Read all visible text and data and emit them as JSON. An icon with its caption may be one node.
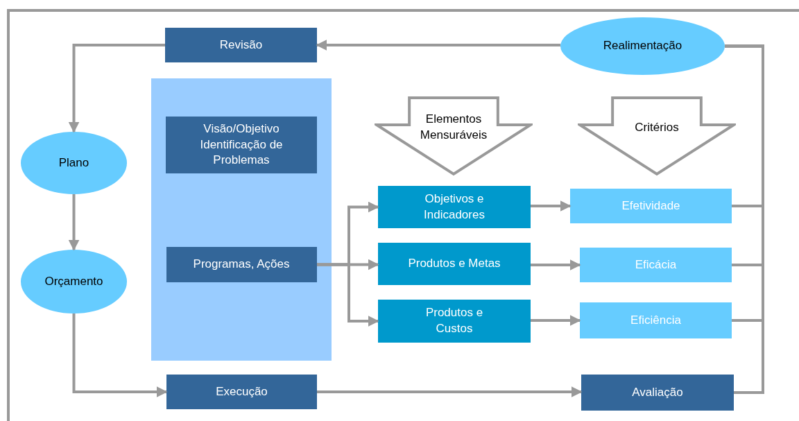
{
  "diagram": {
    "nodes": [
      {
        "text": [
          "Revisão"
        ]
      },
      {
        "text": [
          "Realimentação"
        ]
      },
      {
        "text": [
          "Plano"
        ]
      },
      {
        "text": [],
        "shape": "box"
      },
      {
        "text": [
          "Visão/Objetivo Identificação de Problemas"
        ],
        "in": 3
      },
      {
        "text": [
          "Programas, Ações"
        ],
        "in": 3
      },
      {
        "text": [
          "Orçamento"
        ]
      },
      {
        "text": [
          "Elementos Mensuráveis"
        ]
      },
      {
        "text": [
          "Critérios"
        ]
      },
      {
        "text": [
          "Objetivos e Indicadores"
        ]
      },
      {
        "text": [
          "Efetividade"
        ]
      },
      {
        "text": [
          "Produtos e Metas"
        ]
      },
      {
        "text": [
          "Eficácia"
        ]
      },
      {
        "text": [
          "Produtos e Custos"
        ]
      },
      {
        "text": [
          "Eficiência"
        ]
      },
      {
        "text": [
          "Execução"
        ]
      },
      {
        "text": [
          "Avaliação"
        ]
      }
    ],
    "edges": [
      {
        "from": 1,
        "to": 0,
        "arrow": "to"
      },
      {
        "from": 0,
        "to": 2,
        "arrow": "to"
      },
      {
        "from": 2,
        "to": 6,
        "arrow": "to"
      },
      {
        "from": 6,
        "to": 15,
        "arrow": "to"
      },
      {
        "from": 15,
        "to": 16,
        "arrow": "to"
      },
      {
        "from": 16,
        "to": 1,
        "arrow": "none"
      },
      {
        "from": 10,
        "to": 1,
        "arrow": "none"
      },
      {
        "from": 12,
        "to": 1,
        "arrow": "none"
      },
      {
        "from": 14,
        "to": 1,
        "arrow": "none"
      },
      {
        "from": 5,
        "to": 9,
        "arrow": "to"
      },
      {
        "from": 5,
        "to": 11,
        "arrow": "to"
      },
      {
        "from": 5,
        "to": 13,
        "arrow": "to"
      },
      {
        "from": 9,
        "to": 10,
        "arrow": "to"
      },
      {
        "from": 11,
        "to": 12,
        "arrow": "to"
      },
      {
        "from": 13,
        "to": 14,
        "arrow": "to"
      }
    ]
  }
}
